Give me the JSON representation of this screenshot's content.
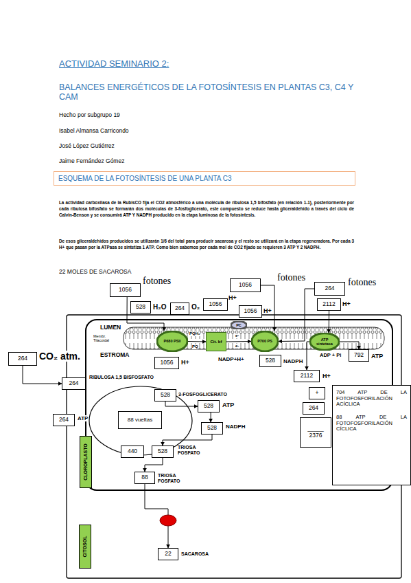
{
  "diagram": {
    "title": "ACTIVIDAD SEMINARIO 2:",
    "nodes": [
      {
        "text": [
          "ESQUEMA DE LA FOTOSÍNTESIS DE UNA PLANTA C3"
        ]
      },
      {
        "text": [
          "1056"
        ]
      },
      {
        "text": [
          "1056"
        ]
      },
      {
        "text": [
          "264"
        ]
      },
      {
        "text": [
          "264"
        ]
      },
      {
        "text": [
          "1056"
        ]
      },
      {
        "text": [
          "1056"
        ]
      },
      {
        "text": [
          "528"
        ]
      },
      {
        "text": [
          "2112"
        ]
      },
      {
        "text": [
          "P680 PSII"
        ]
      },
      {
        "text": [
          "Cit. bf"
        ]
      },
      {
        "text": [
          "PC"
        ]
      },
      {
        "text": [
          "P700 PS"
        ]
      },
      {
        "text": [
          "ATP sintetasa"
        ]
      },
      {
        "text": [
          "1056"
        ]
      },
      {
        "text": [
          "528"
        ]
      },
      {
        "text": [
          "792"
        ]
      },
      {
        "text": [
          "2112"
        ]
      },
      {
        "text": [
          "264"
        ]
      },
      {
        "text": [
          "264"
        ]
      },
      {
        "text": [
          "528"
        ]
      },
      {
        "text": [
          "88 vueltas"
        ]
      },
      {
        "text": [
          "528"
        ]
      },
      {
        "text": [
          "264"
        ]
      },
      {
        "text": [
          "528"
        ]
      },
      {
        "text": [
          "440"
        ]
      },
      {
        "text": [
          "528"
        ]
      },
      {
        "text": [
          "88"
        ]
      },
      {
        "text": [
          "22"
        ]
      },
      {
        "text": [
          "CLOROPLASTO"
        ]
      },
      {
        "text": [
          "CITOSOL"
        ]
      },
      {
        "text": [
          "+"
        ]
      },
      {
        "text": [
          "264"
        ]
      },
      {
        "text": [
          "_____",
          "2376"
        ]
      },
      {
        "text": [
          "704 ATP DE LA FOTOFOSFORILACIÓN ACÍCLICA",
          "88 ATP DE LA FOTOFOSFORILACIÓN CÍCLICA"
        ]
      }
    ],
    "edges": [
      {
        "from": 1,
        "to": 9,
        "arrow": "to"
      },
      {
        "from": 2,
        "to": 12,
        "arrow": "to"
      },
      {
        "from": 3,
        "to": 12,
        "arrow": "to"
      },
      {
        "from": 9,
        "to": 10,
        "arrow": "to"
      },
      {
        "from": 10,
        "to": 12,
        "arrow": "to"
      },
      {
        "from": 8,
        "to": 13,
        "arrow": "to"
      },
      {
        "from": 13,
        "to": 17,
        "arrow": "to"
      },
      {
        "from": 13,
        "to": 16,
        "arrow": "to"
      },
      {
        "from": 18,
        "to": 19,
        "arrow": "to"
      },
      {
        "from": 20,
        "to": 22,
        "arrow": "to"
      },
      {
        "from": 22,
        "to": 24,
        "arrow": "to"
      },
      {
        "from": 24,
        "to": 26,
        "arrow": "to"
      },
      {
        "from": 26,
        "to": 27,
        "arrow": "to"
      },
      {
        "from": 27,
        "to": 28,
        "arrow": "to"
      }
    ],
    "labels": [
      "BALANCES ENERGÉTICOS DE LA FOTOSÍNTESIS EN PLANTAS C3, C4 Y CAM",
      "Hecho por subgrupo 19",
      "Isabel Almansa Carricondo",
      "José López Gutiérrez",
      "Jaime Fernández Gómez",
      "La actividad carboxilasa de la RubisCO fija el CO2 atmosférico a una molécula de ribulosa 1,5 bifosfato (en relación 1-1), posteriormente por cada ribulosa bifosfato se formarán dos moléculas de 3-fosfoglicerato, este compuesto se reduce hasta gliceraldehído a través del ciclo de Calvin-Benson y se consumirá ATP Y NADPH producido en la etapa luminosa de la fotosíntesis.",
      "De esos gliceraldehídos producidos se utilizarán 1/6 del total para producir sacarosa y el resto se utilizará en la etapa regeneradora. Por cada 3 H+ que pasan por la ATPasa se sintetiza 1 ATP. Como bien sabemos por cada mol de CO2 fijado se requieren 3 ATP Y 2 NADPH.",
      "22 MOLES DE SACAROSA",
      "fotones",
      "fotones",
      "fotones",
      "H₂O",
      "O₂",
      "H+",
      "H+",
      "H+",
      "LUMEN",
      "Membr. Tilacoidal",
      "ESTROMA",
      "PQH₂",
      "PQ",
      "e-",
      "e-",
      "H+",
      "NADP+H+",
      "NADPH",
      "ADP + Pi",
      "ATP",
      "H+",
      "CO₂ atm.",
      "RIBULOSA 1,5 BISFOSFATO",
      "3-FOSFOGLICERATO",
      "ATP",
      "ATP",
      "NADPH",
      "TRIOSA FOSFATO",
      "TRIOSA FOSFATO",
      "SACAROSA"
    ]
  }
}
